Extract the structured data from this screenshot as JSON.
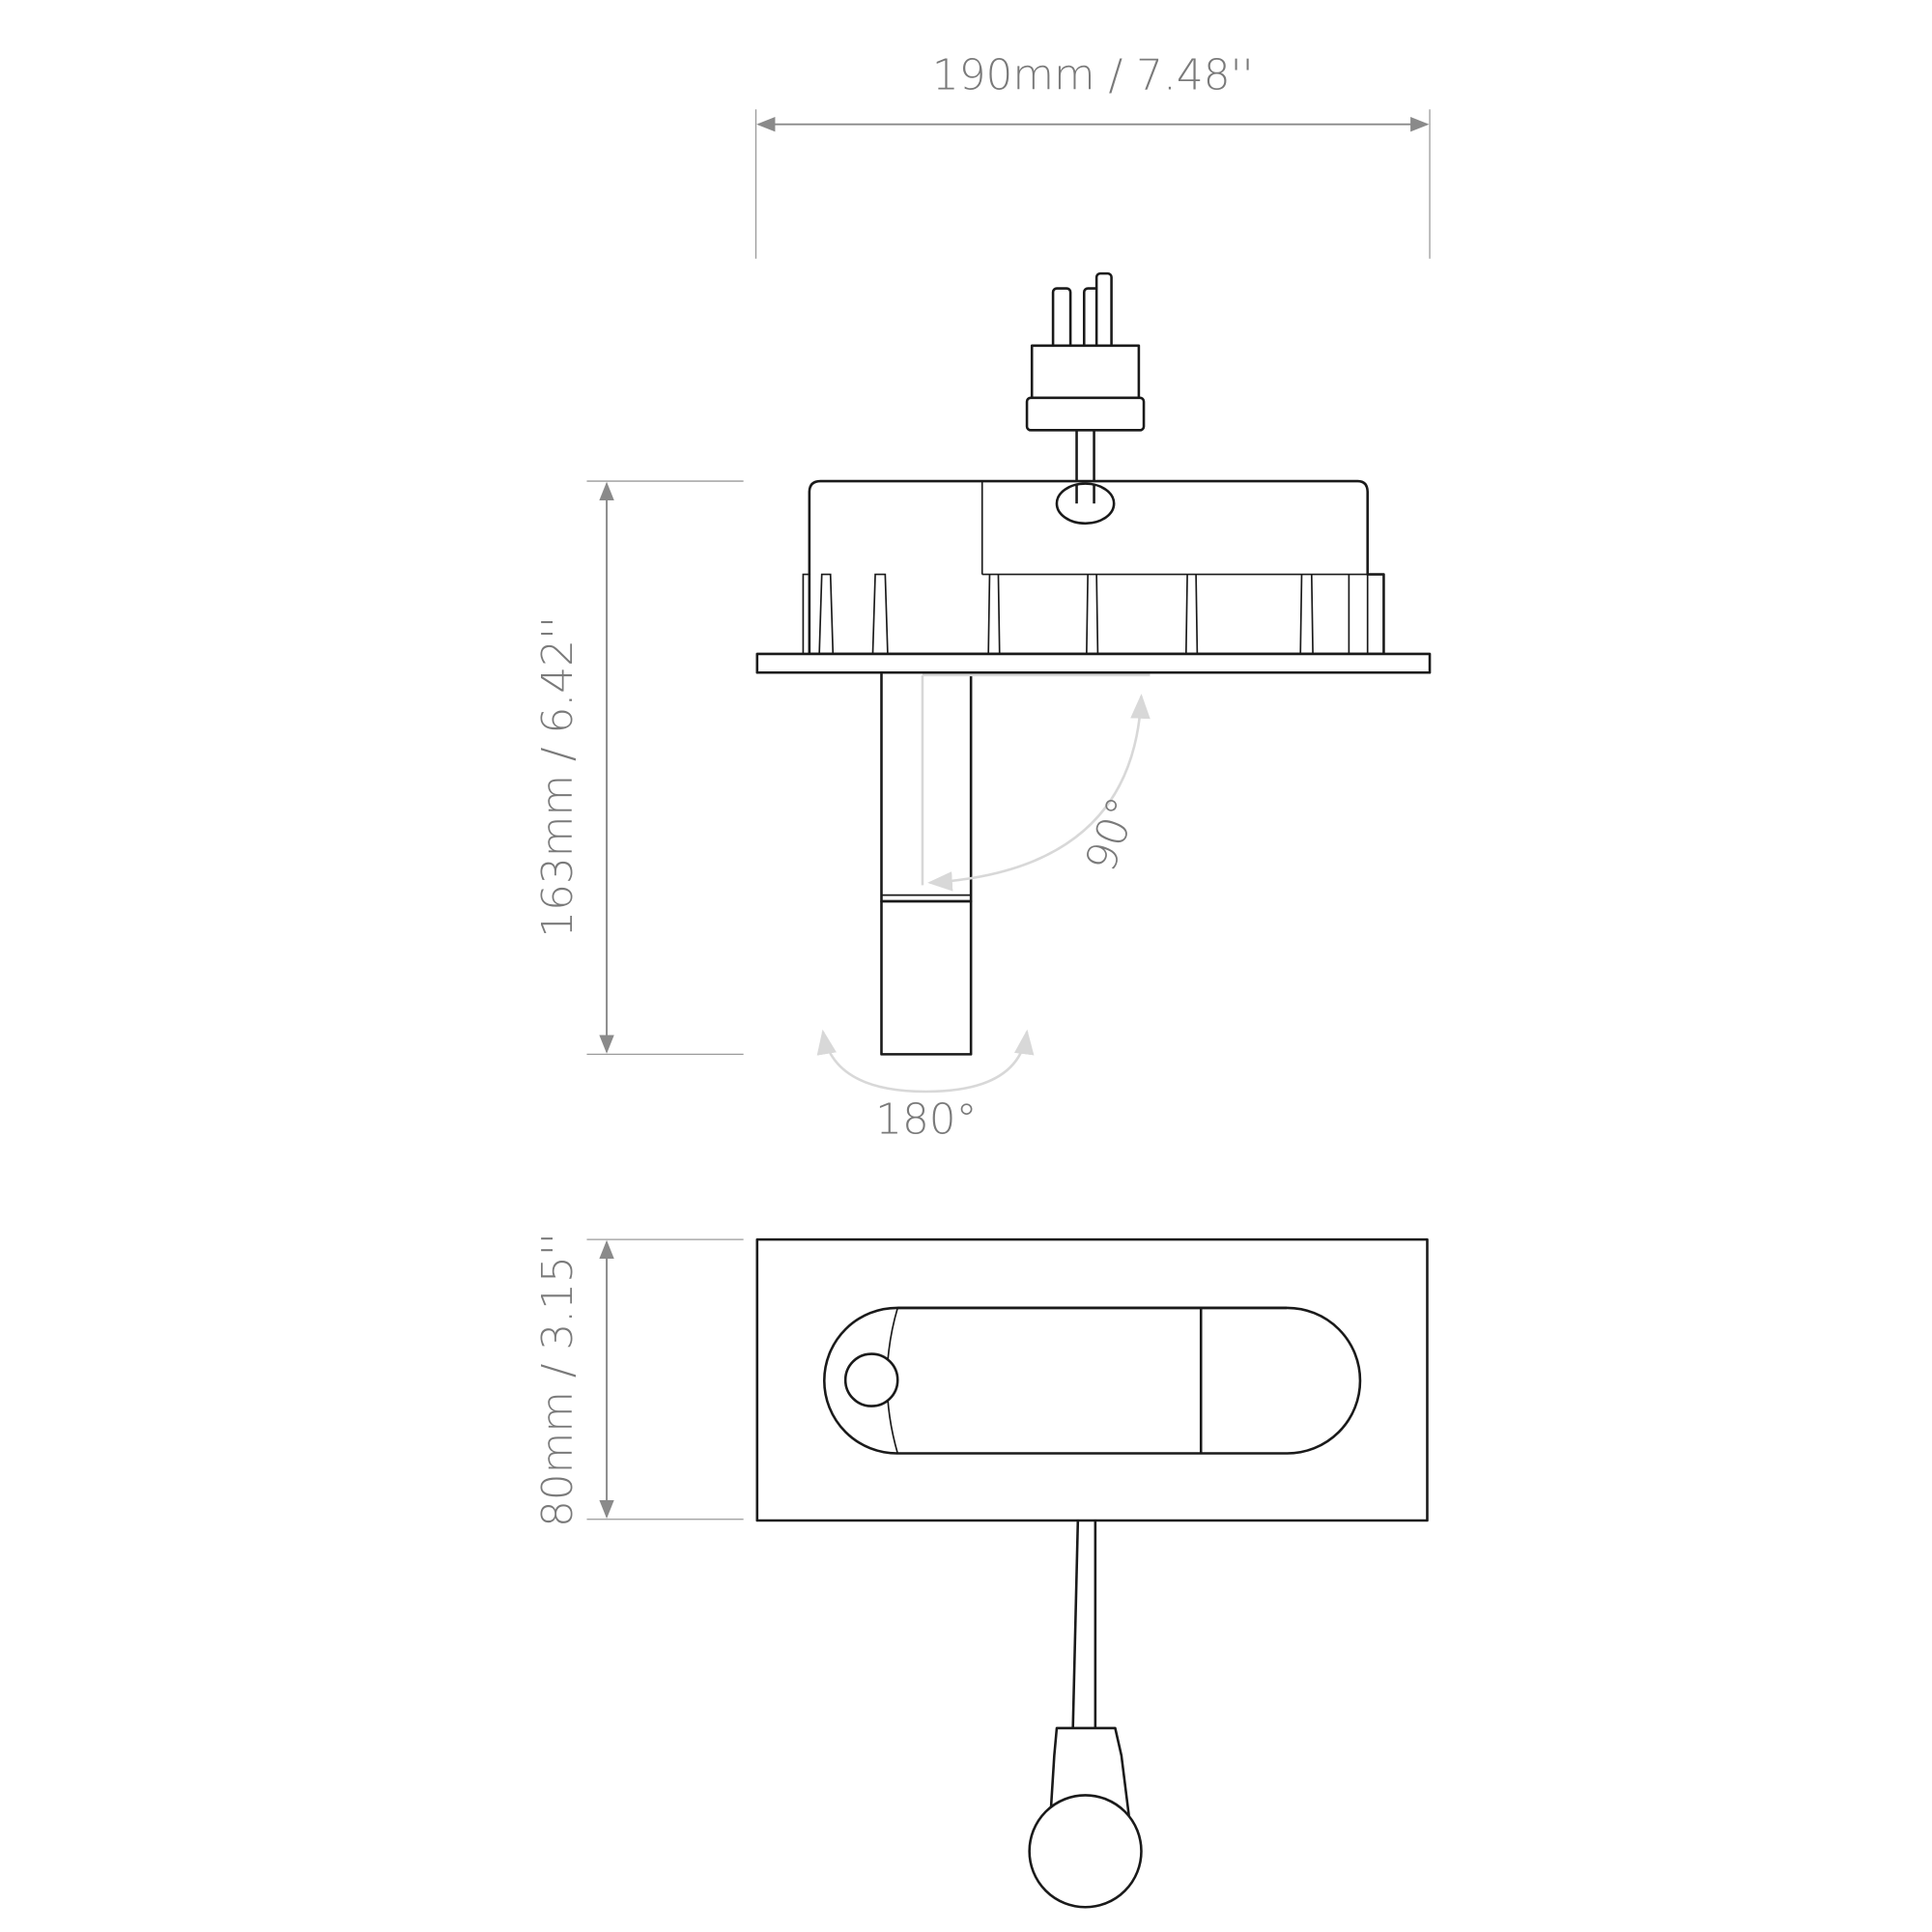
{
  "dimensions": {
    "width": "190mm / 7.48''",
    "height": "163mm / 6.42''",
    "depth": "80mm / 3.15''"
  },
  "rotation": {
    "tilt": "90°",
    "swivel": "180°"
  },
  "colors": {
    "line": "#1a1a1a",
    "dimension": "#8a8a8a",
    "rotation_arrow": "#d8d8d8"
  }
}
